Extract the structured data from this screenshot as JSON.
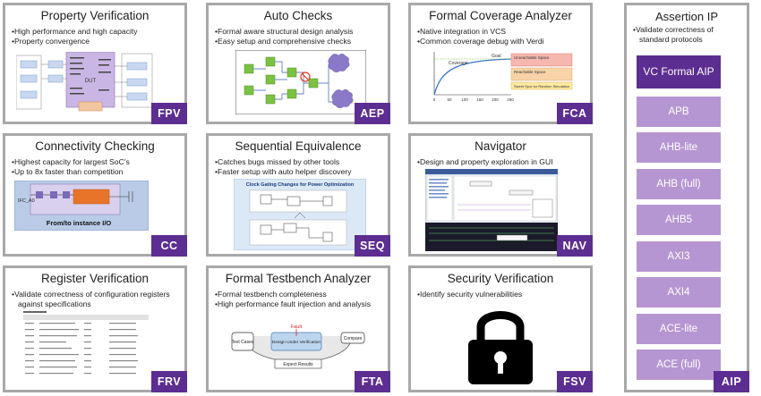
{
  "cards": {
    "fpv": {
      "title": "Property Verification",
      "bullets": [
        "High performance and high capacity",
        "Property convergence"
      ],
      "tag": "FPV",
      "figure_labels": [
        "DUT"
      ]
    },
    "aep": {
      "title": "Auto Checks",
      "bullets": [
        "Formal aware structural design analysis",
        "Easy setup and comprehensive checks"
      ],
      "tag": "AEP"
    },
    "fca": {
      "title": "Formal Coverage Analyzer",
      "bullets": [
        "Native integration in VCS",
        "Common coverage debug with Verdi"
      ],
      "tag": "FCA",
      "figure_labels": [
        "Coverage",
        "Goal",
        "Unreachable Space",
        "Reachable Space",
        "Sweet Spot for Random Simulation"
      ],
      "x_ticks": [
        "0",
        "50",
        "100",
        "150",
        "200",
        "250"
      ]
    },
    "cc": {
      "title": "Connectivity Checking",
      "bullets": [
        "Highest capacity for largest SoC’s",
        "Up to 8x faster than competition"
      ],
      "tag": "CC",
      "figure_labels": [
        "IFC_A0",
        "From/to instance I/O"
      ]
    },
    "seq": {
      "title": "Sequential Equivalence",
      "bullets": [
        "Catches bugs missed by other tools",
        "Faster setup with auto helper discovery"
      ],
      "tag": "SEQ",
      "figure_labels": [
        "Clock Gating Changes for Power Optimization"
      ]
    },
    "nav": {
      "title": "Navigator",
      "bullets": [
        "Design and property exploration in GUI"
      ],
      "tag": "NAV"
    },
    "frv": {
      "title": "Register Verification",
      "bullets": [
        "Validate correctness of configuration registers against specifications"
      ],
      "tag": "FRV"
    },
    "fta": {
      "title": "Formal Testbench Analyzer",
      "bullets": [
        "Formal testbench completeness",
        "High performance fault injection and analysis"
      ],
      "tag": "FTA",
      "figure_labels": [
        "Fault",
        "Test Cases",
        "Design Under Verification",
        "Compare",
        "Expect Results"
      ]
    },
    "fsv": {
      "title": "Security Verification",
      "bullets": [
        "Identify security vulnerabilities"
      ],
      "tag": "FSV"
    }
  },
  "aip": {
    "title": "Assertion IP",
    "bullets": [
      "Validate correctness of standard protocols"
    ],
    "tag": "AIP",
    "items": [
      "VC Formal AIP",
      "APB",
      "AHB-lite",
      "AHB (full)",
      "AHB5",
      "AXI3",
      "AXI4",
      "ACE-lite",
      "ACE (full)"
    ]
  },
  "colors": {
    "purple": "#5c2e91",
    "light_purple": "#b696d2",
    "border": "#a8a8a8"
  }
}
